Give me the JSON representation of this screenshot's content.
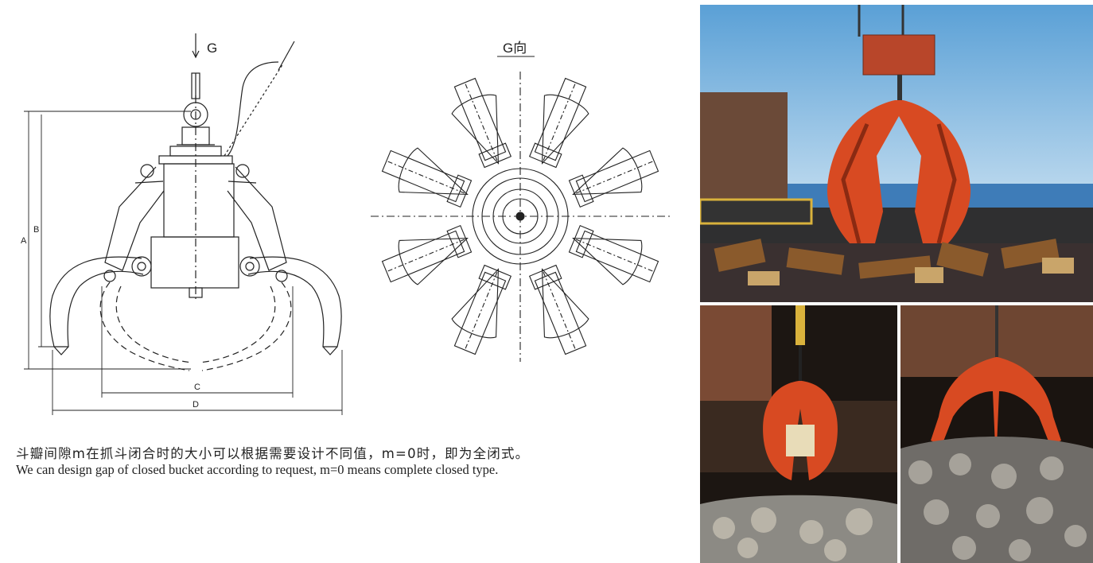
{
  "drawing": {
    "view_arrow_label": "G",
    "view_title": "G向",
    "dimensions": {
      "a": "A",
      "b": "B",
      "c": "C",
      "d": "D"
    }
  },
  "caption": {
    "zh": "斗瓣间隙m在抓斗闭合时的大小可以根据需要设计不同值，m=0时，即为全闭式。",
    "en": "We can design gap of closed bucket according to request, m=0 means complete closed type."
  },
  "photos": [
    {
      "subject": "orange-peel grab over scrap metal at port"
    },
    {
      "subject": "orange-peel grab in ship hold with stones"
    },
    {
      "subject": "orange-peel grab open over rocks"
    }
  ],
  "colors": {
    "grab": "#d84a22",
    "line": "#222222",
    "sky": "#7fb6dc"
  }
}
